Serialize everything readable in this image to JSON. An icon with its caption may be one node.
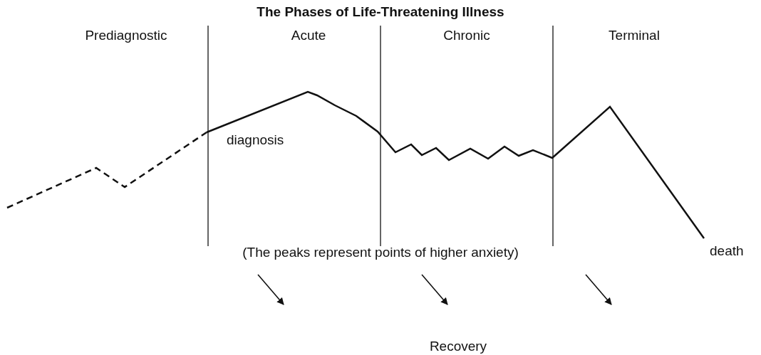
{
  "diagram": {
    "title": "The Phases of Life-Threatening Illness",
    "caption": "(The peaks represent points of higher anxiety)",
    "labels": [
      "Prediagnostic",
      "Acute",
      "Chronic",
      "Terminal",
      "diagnosis",
      "death",
      "Recovery"
    ]
  }
}
